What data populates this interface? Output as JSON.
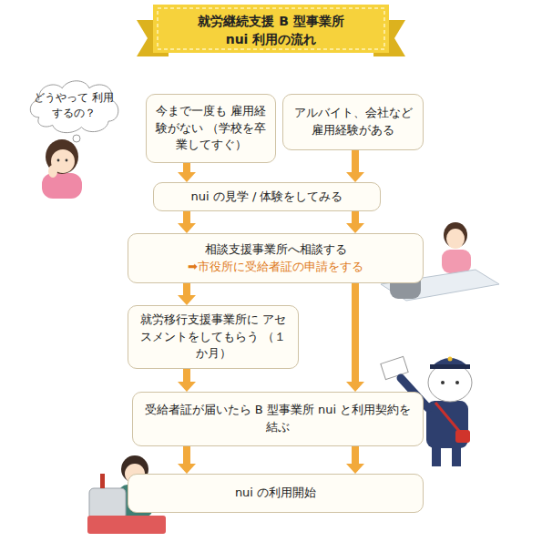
{
  "diagram": {
    "title": "就労継続支援 B 型事業所 nui 利用の流れ",
    "nodes": [
      {
        "text": [
          "どうやって 利用するの？"
        ]
      },
      {
        "text": [
          "今まで一度も 雇用経験がない （学校を卒業してすぐ）"
        ]
      },
      {
        "text": [
          "アルバイト、会社など 雇用経験がある"
        ]
      },
      {
        "text": [
          "nui の見学 / 体験をしてみる"
        ]
      },
      {
        "text": [
          "相談支援事業所へ相談する",
          "➡市役所に受給者証の申請をする"
        ]
      },
      {
        "text": [
          "就労移行支援事業所に アセスメントをしてもらう （１か月）"
        ]
      },
      {
        "text": [
          "受給者証が届いたら B 型事業所 nui と利用契約を結ぶ"
        ]
      },
      {
        "text": [
          "nui の利用開始"
        ]
      }
    ],
    "edges": [
      {
        "from": 1,
        "to": 3,
        "arrow": "to"
      },
      {
        "from": 2,
        "to": 3,
        "arrow": "to"
      },
      {
        "from": 3,
        "to": 4,
        "arrow": "to"
      },
      {
        "from": 3,
        "to": 4,
        "arrow": "to"
      },
      {
        "from": 4,
        "to": 5,
        "arrow": "to"
      },
      {
        "from": 5,
        "to": 6,
        "arrow": "to"
      },
      {
        "from": 4,
        "to": 6,
        "arrow": "to"
      },
      {
        "from": 6,
        "to": 7,
        "arrow": "to"
      },
      {
        "from": 6,
        "to": 7,
        "arrow": "to"
      }
    ]
  }
}
